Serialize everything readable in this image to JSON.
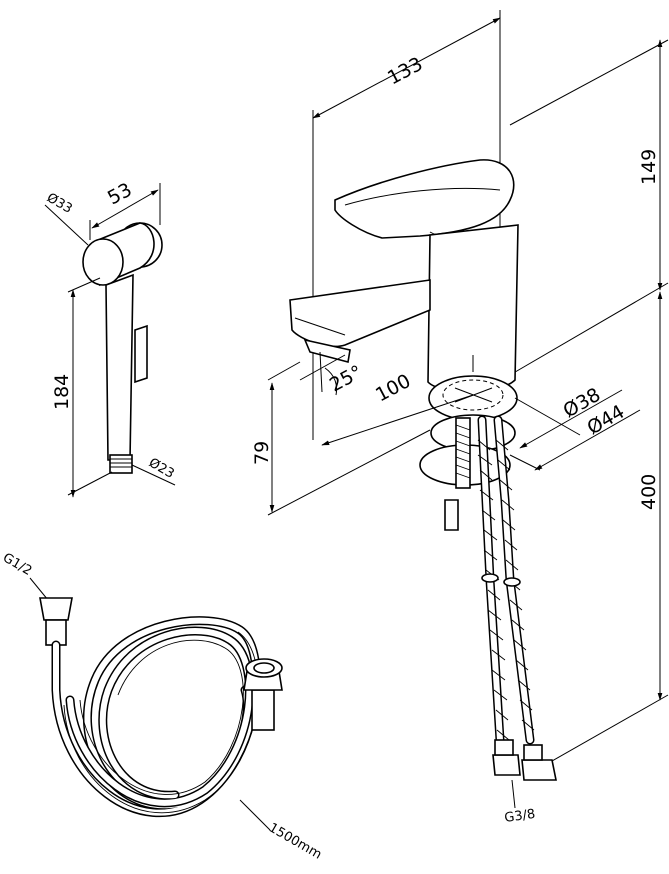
{
  "labels": {
    "width_133": "133",
    "height_149": "149",
    "angle_25": "25°",
    "reach_100": "100",
    "height_79": "79",
    "dia_38": "Ø38",
    "dia_44": "Ø44",
    "length_400": "400",
    "shower_dia_33": "Ø33",
    "shower_53": "53",
    "shower_184": "184",
    "shower_dia_23": "Ø23",
    "thread_g12": "G1/2",
    "hose_length": "1500mm",
    "thread_g38": "G3/8"
  }
}
